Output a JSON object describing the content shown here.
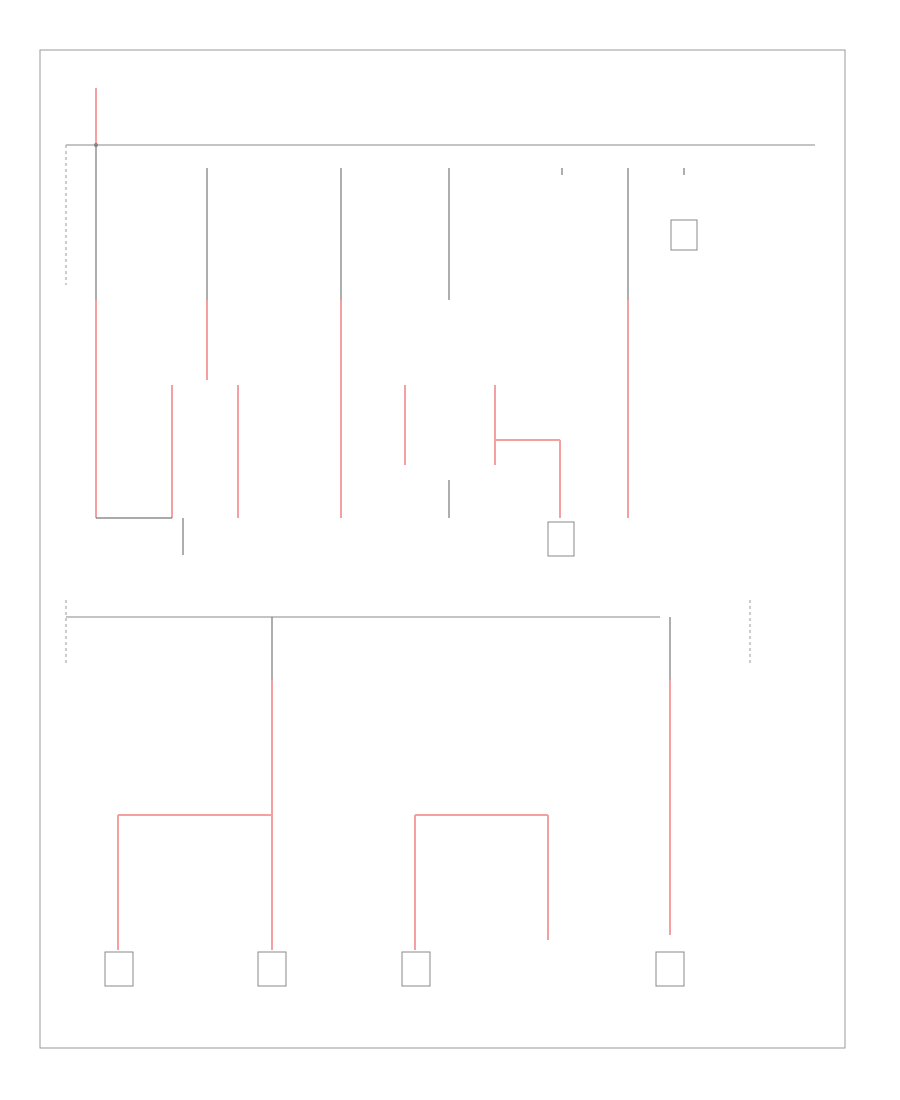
{
  "diagram": {
    "footer_code": "",
    "top_source_label": "",
    "bus_label": "",
    "circuits": [
      {
        "id": "c1",
        "label": ""
      },
      {
        "id": "c2",
        "label": ""
      },
      {
        "id": "c3",
        "label": ""
      },
      {
        "id": "c4",
        "label": ""
      },
      {
        "id": "c5",
        "label": ""
      },
      {
        "id": "c6",
        "label": ""
      },
      {
        "id": "c7",
        "label": ""
      }
    ],
    "components_top": [
      {
        "id": "t1",
        "label": ""
      },
      {
        "id": "t2",
        "label": ""
      },
      {
        "id": "t3",
        "label": ""
      },
      {
        "id": "t4",
        "label": ""
      },
      {
        "id": "t5",
        "label": ""
      },
      {
        "id": "t6",
        "label": ""
      }
    ],
    "components_bottom": [
      {
        "id": "b1",
        "label": ""
      },
      {
        "id": "b2",
        "label": ""
      },
      {
        "id": "b3",
        "label": ""
      },
      {
        "id": "b4",
        "label": ""
      }
    ],
    "colors": {
      "wire_red": "#f4a0a0",
      "wire_gray": "#777777",
      "frame": "#999999"
    }
  }
}
